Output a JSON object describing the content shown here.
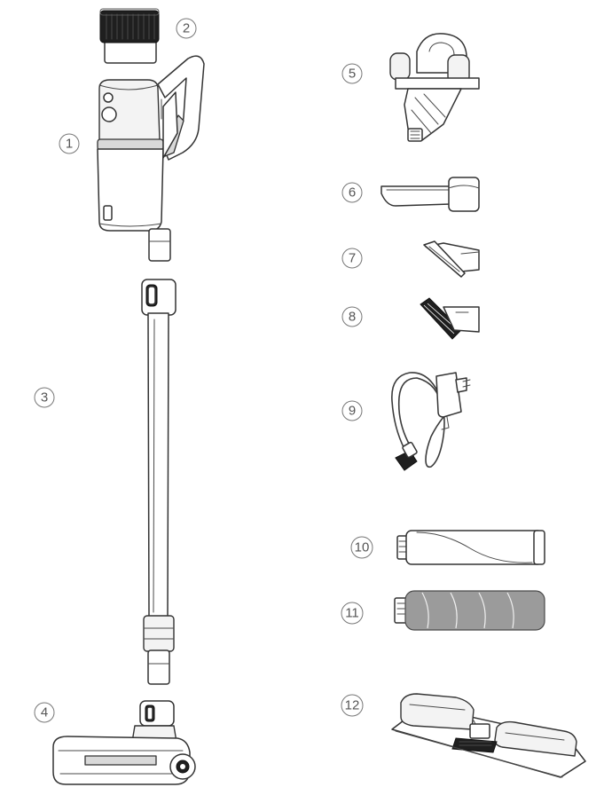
{
  "callouts": [
    {
      "number": "1",
      "part": "main-unit"
    },
    {
      "number": "2",
      "part": "filter"
    },
    {
      "number": "3",
      "part": "extension-tube"
    },
    {
      "number": "4",
      "part": "floor-brush"
    },
    {
      "number": "5",
      "part": "wall-mount"
    },
    {
      "number": "6",
      "part": "crevice-tool"
    },
    {
      "number": "7",
      "part": "wide-tool"
    },
    {
      "number": "8",
      "part": "dusting-brush"
    },
    {
      "number": "9",
      "part": "charger"
    },
    {
      "number": "10",
      "part": "roller-brush-soft"
    },
    {
      "number": "11",
      "part": "roller-brush-fluffy"
    },
    {
      "number": "12",
      "part": "charging-dock"
    }
  ],
  "colors": {
    "line": "#333333",
    "callout_text": "#555555",
    "roller_gray": "#9b9b9b",
    "background": "#ffffff"
  }
}
